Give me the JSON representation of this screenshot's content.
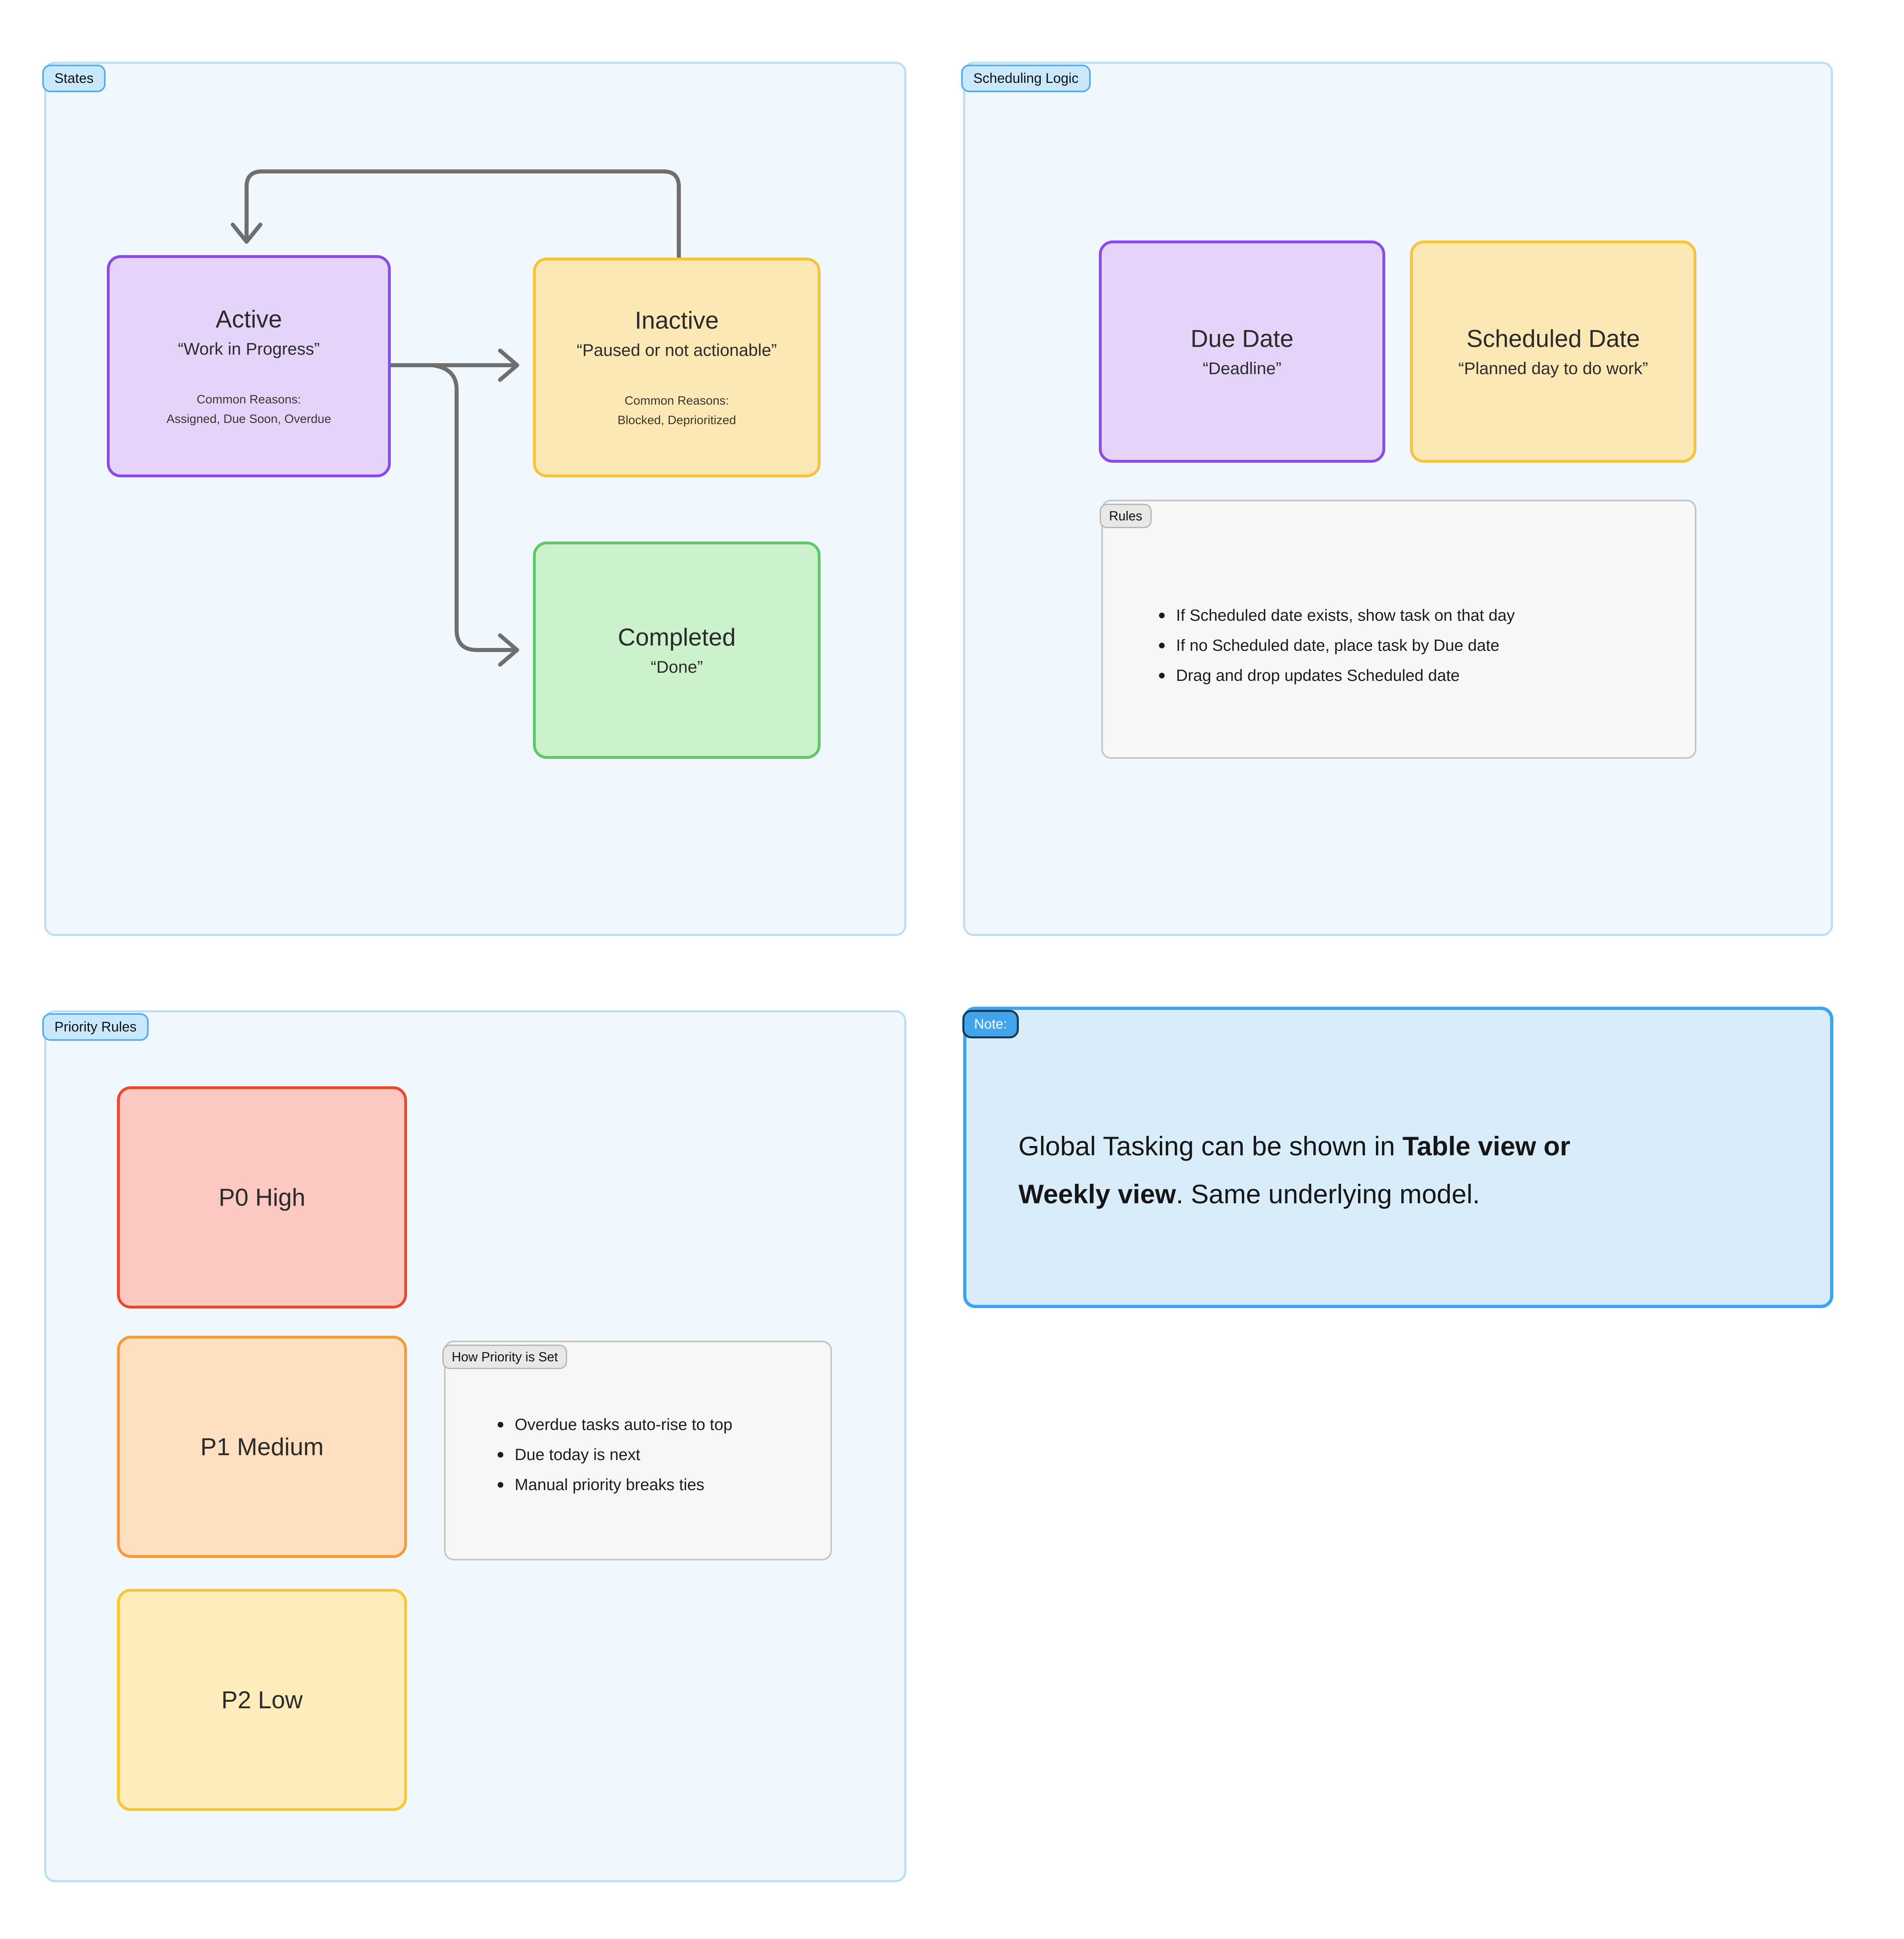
{
  "colors": {
    "panel_bg": "#f0f8fd",
    "panel_border": "#b9dff5",
    "label_bg": "#c9e8fb",
    "label_border": "#55aee9",
    "purple_bg": "#e5d3fa",
    "purple_border": "#8b4be8",
    "yellow_bg": "#fce8b4",
    "yellow_border": "#f6c33d",
    "green_bg": "#ccf2cb",
    "green_border": "#5ec968",
    "red_bg": "#fcc8c2",
    "red_border": "#e74b2b",
    "orange_bg": "#fee0c0",
    "orange_border": "#f49b40",
    "gold_bg": "#fdedbb",
    "gold_border": "#f8c62e",
    "gray_bg": "#f7f7f7",
    "gray_border": "#c6c6c6",
    "note_bg": "#d8ecfa",
    "note_border": "#3da4f0",
    "note_label_bg": "#42a4ea",
    "note_label_border": "#173a54",
    "arrow": "#6f6f6f"
  },
  "panels": {
    "states": {
      "label": "States",
      "nodes": {
        "active": {
          "title": "Active",
          "subtitle": "“Work in Progress”",
          "line1": "Common Reasons:",
          "line2": "Assigned, Due Soon, Overdue"
        },
        "inactive": {
          "title": "Inactive",
          "subtitle": "“Paused or not actionable”",
          "line1": "Common Reasons:",
          "line2": "Blocked, Deprioritized"
        },
        "completed": {
          "title": "Completed",
          "subtitle": "“Done”"
        }
      }
    },
    "scheduling": {
      "label": "Scheduling Logic",
      "nodes": {
        "due": {
          "title": "Due Date",
          "subtitle": "“Deadline”"
        },
        "scheduled": {
          "title": "Scheduled Date",
          "subtitle": "“Planned day to do work”"
        }
      },
      "rules": {
        "label": "Rules",
        "items": [
          "If Scheduled date exists, show task on that day",
          "If no Scheduled date, place task by Due date",
          "Drag and drop updates Scheduled date"
        ]
      }
    },
    "priority": {
      "label": "Priority Rules",
      "nodes": {
        "p0": {
          "title": "P0 High"
        },
        "p1": {
          "title": "P1 Medium"
        },
        "p2": {
          "title": "P2 Low"
        }
      },
      "how": {
        "label": "How Priority is Set",
        "items": [
          "Overdue tasks auto-rise to top",
          "Due today is next",
          "Manual priority breaks ties"
        ]
      }
    },
    "note": {
      "label": "Note:",
      "line1_normal": "Global Tasking can be shown in ",
      "line1_bold": "Table view or",
      "line2_bold": "Weekly view",
      "line2_normal": ". Same underlying model."
    }
  }
}
